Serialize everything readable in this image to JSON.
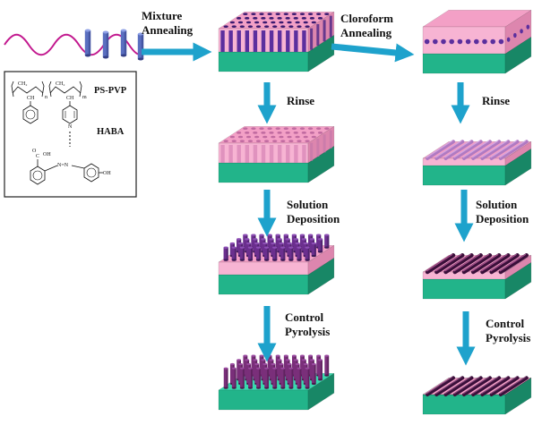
{
  "steps": {
    "mixture_annealing": [
      "Mixture",
      "Annealing"
    ],
    "chloroform_annealing": [
      "Cloroform",
      "Annealing"
    ],
    "rinse_left": "Rinse",
    "rinse_right": "Rinse",
    "solution_deposition_left": [
      "Solution",
      "Deposition"
    ],
    "solution_deposition_right": [
      "Solution",
      "Deposition"
    ],
    "control_pyrolysis_left": [
      "Control",
      "Pyrolysis"
    ],
    "control_pyrolysis_right": [
      "Control",
      "Pyrolysis"
    ]
  },
  "chemistry": {
    "polymer_label": "PS-PVP",
    "additive_label": "HABA",
    "sub_ch2": "CH₂",
    "sub_ch": "CH",
    "sub_n": "n",
    "sub_m": "m",
    "sub_N": "N",
    "sub_oh": "OH",
    "sub_o": "O",
    "sub_c": "C",
    "sub_nn": "N=N",
    "sub_oh2": "OH"
  },
  "colors": {
    "arrow": "#1ea2cc",
    "substrate_top": "#39d9ae",
    "substrate_front": "#22b48a",
    "substrate_side": "#188766",
    "film": "#f3a0c6",
    "cylinder": "#5b2f9e",
    "cylinder_dark": "#3a1a70",
    "carbon": "#3a0f3a",
    "polymer_line": "#c2188e"
  }
}
